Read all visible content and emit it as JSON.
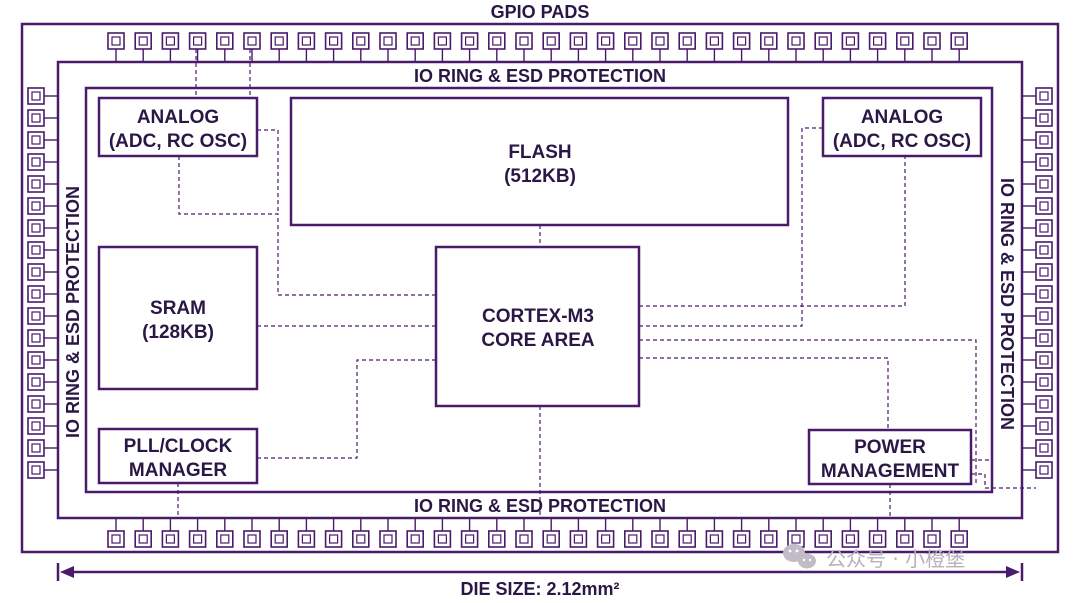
{
  "colors": {
    "line": "#4a1a6b",
    "text": "#2a1745",
    "background": "#ffffff",
    "watermark": "#b7b0bd"
  },
  "labels": {
    "gpio_pads": "GPIO PADS",
    "io_ring_top": "IO RING & ESD PROTECTION",
    "io_ring_bottom": "IO RING & ESD PROTECTION",
    "io_ring_left": "IO RING & ESD PROTECTION",
    "io_ring_right": "IO RING & ESD PROTECTION",
    "die_size": "DIE SIZE: 2.12mm²"
  },
  "blocks": {
    "analog_left": {
      "line1": "ANALOG",
      "line2": "(ADC, RC OSC)"
    },
    "analog_right": {
      "line1": "ANALOG",
      "line2": "(ADC, RC OSC)"
    },
    "flash": {
      "line1": "FLASH",
      "line2": "(512KB)"
    },
    "sram": {
      "line1": "SRAM",
      "line2": "(128KB)"
    },
    "core": {
      "line1": "CORTEX-M3",
      "line2": "CORE AREA"
    },
    "pll": {
      "line1": "PLL/CLOCK",
      "line2": "MANAGER"
    },
    "power": {
      "line1": "POWER",
      "line2": "MANAGEMENT"
    }
  },
  "watermark": {
    "icon": "wechat-icon",
    "text": "公众号 · 小橙堡"
  }
}
